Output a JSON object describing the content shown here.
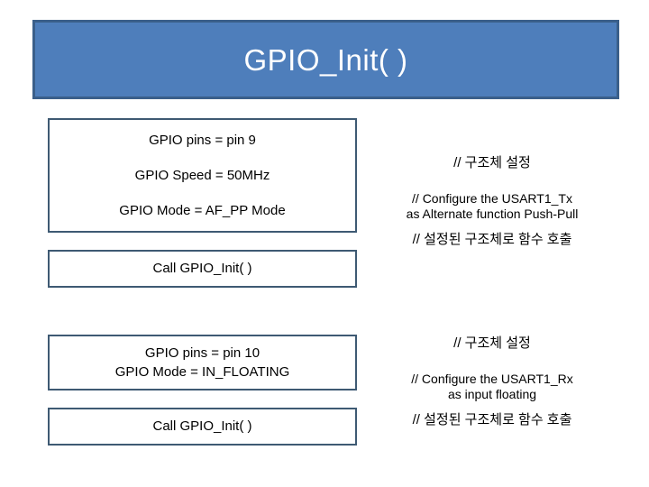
{
  "slide": {
    "title": "GPIO_Init( )",
    "background_color": "#ffffff",
    "banner_fill": "#4E7EBB",
    "banner_border": "#3A5F8A",
    "box_border": "#3E5A73",
    "title_color": "#FFFFFF"
  },
  "flow": {
    "tx_config": {
      "line1": "GPIO pins = pin 9",
      "line2": "GPIO Speed = 50MHz",
      "line3": "GPIO Mode = AF_PP Mode"
    },
    "tx_call": {
      "line1": "Call GPIO_Init( )"
    },
    "rx_config": {
      "line1": "GPIO pins = pin 10",
      "line2": "GPIO Mode = IN_FLOATING"
    },
    "rx_call": {
      "line1": "Call GPIO_Init( )"
    }
  },
  "comments": {
    "tx": {
      "struct_setup": "// 구조체 설정",
      "configure_line1": "// Configure the USART1_Tx",
      "configure_line2": "as Alternate function Push-Pull",
      "call_function": "// 설정된 구조체로 함수 호출"
    },
    "rx": {
      "struct_setup": "// 구조체 설정",
      "configure_line1": "// Configure the USART1_Rx",
      "configure_line2": "as input floating",
      "call_function": "// 설정된 구조체로 함수 호출"
    }
  }
}
